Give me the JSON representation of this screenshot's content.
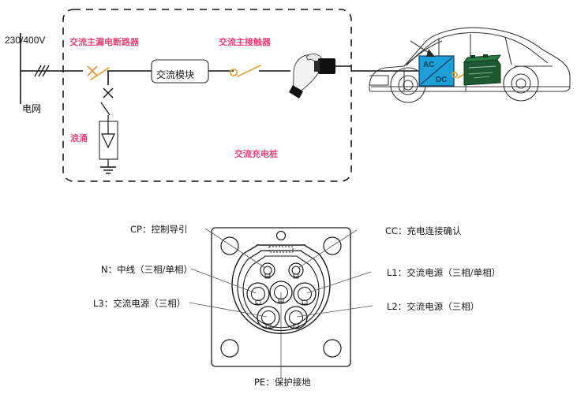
{
  "diagram": {
    "title_circuit": "交流充电桩",
    "grid": {
      "voltage": "230/400V",
      "name": "电网"
    },
    "components": [
      {
        "id": "rcbo",
        "label": "交流主漏电断路器"
      },
      {
        "id": "surge",
        "label": "浪涌"
      },
      {
        "id": "ac-module",
        "label": "交流模块"
      },
      {
        "id": "contactor",
        "label": "交流主接触器"
      },
      {
        "id": "pile",
        "label": "交流充电桩"
      }
    ],
    "vehicle": {
      "converter_top": "AC",
      "converter_bottom": "DC",
      "battery_label": ""
    }
  },
  "connector": {
    "pins": [
      {
        "code": "CP",
        "tag": "CP",
        "label": "CP：控制导引",
        "side": "left"
      },
      {
        "code": "CC",
        "tag": "CC",
        "label": "CC：充电连接确认",
        "side": "right"
      },
      {
        "code": "N",
        "tag": "N",
        "label": "N：中线（三相/单相）",
        "side": "left"
      },
      {
        "code": "L1",
        "tag": "L1",
        "label": "L1：交流电源（三相/单相）",
        "side": "right"
      },
      {
        "code": "L3",
        "tag": "L3",
        "label": "L3：交流电源（三相）",
        "side": "left"
      },
      {
        "code": "L2",
        "tag": "L2",
        "label": "L2：交流电源（三相）",
        "side": "right"
      },
      {
        "code": "PE",
        "tag": "PE",
        "label": "PE：保护接地",
        "side": "bottom"
      }
    ]
  },
  "colors": {
    "accent_red": "#e8437a",
    "switch_amber": "#e0a33a",
    "converter_blue": "#1f9fd8",
    "battery_green": "#1d5a33",
    "line_black": "#111111"
  }
}
